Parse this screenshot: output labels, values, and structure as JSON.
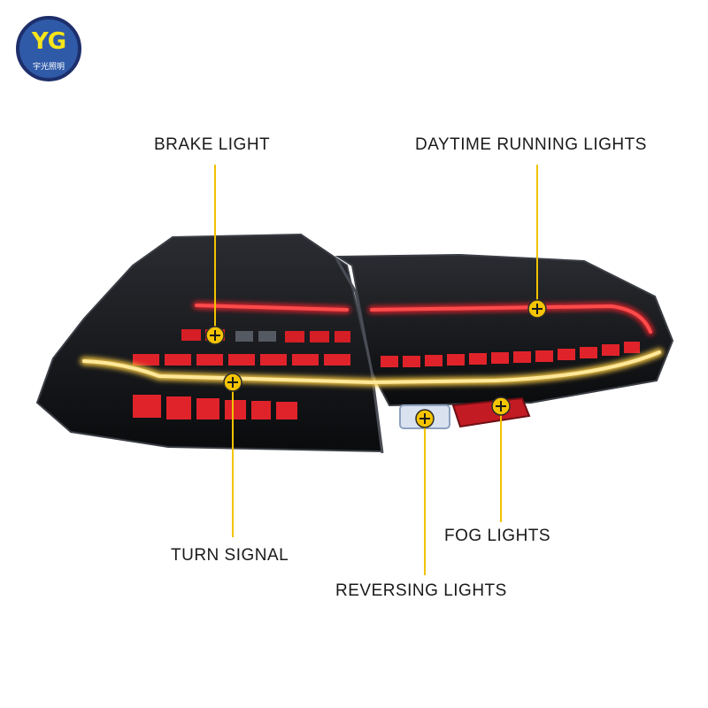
{
  "logo": {
    "mark": "YG",
    "caption": "宇光照明"
  },
  "callouts": {
    "brake_light": "BRAKE LIGHT",
    "daytime_running_lights": "DAYTIME RUNNING LIGHTS",
    "turn_signal": "TURN SIGNAL",
    "fog_lights": "FOG LIGHTS",
    "reversing_lights": "REVERSING LIGHTS"
  },
  "colors": {
    "callout_line": "#f2c200",
    "housing": "#14161a",
    "red_led": "#e0232a",
    "amber_led": "#f5c842"
  }
}
